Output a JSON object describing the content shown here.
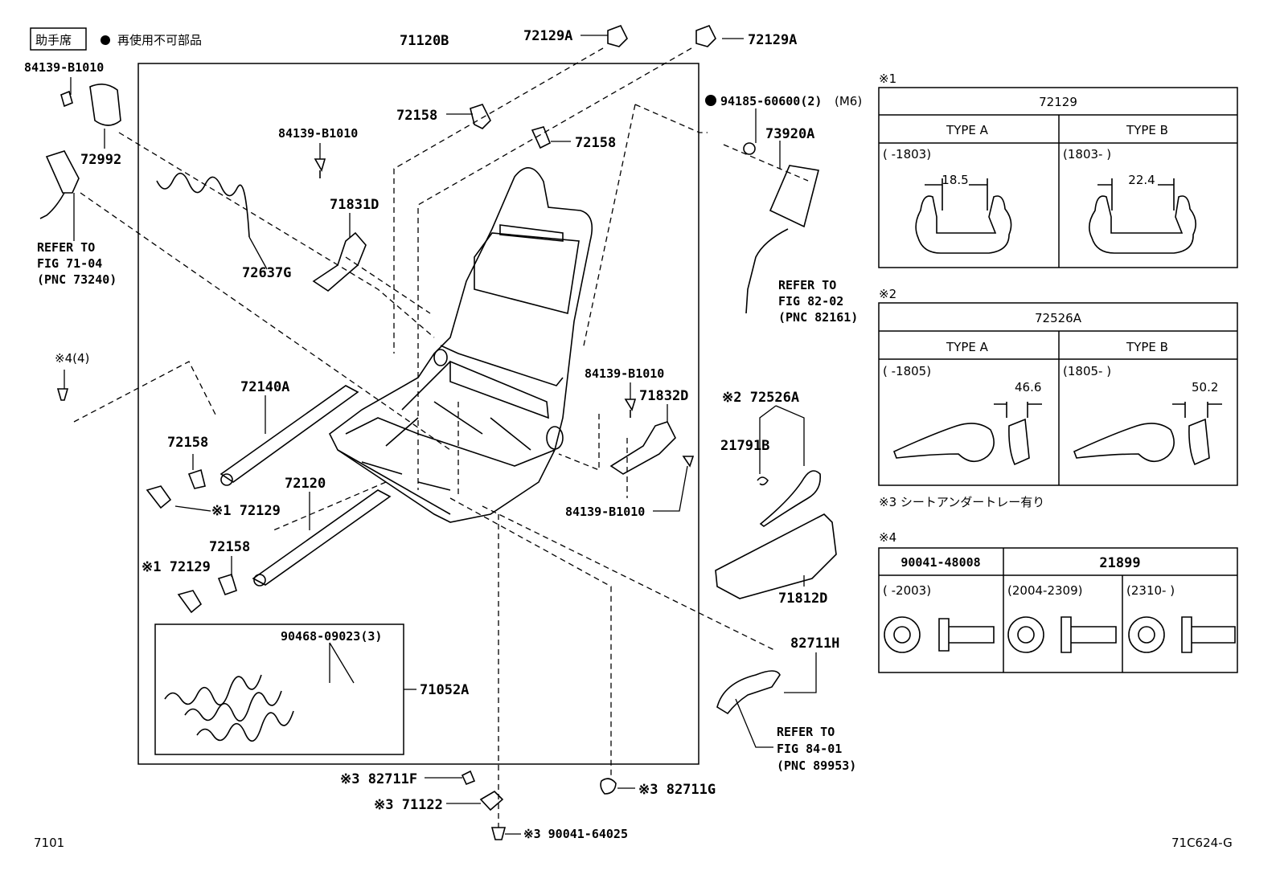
{
  "header": {
    "tag": "助手席",
    "dot_legend": "再使用不可部品"
  },
  "labels": {
    "l_71120B": "71120B",
    "l_72129A_1": "72129A",
    "l_72129A_2": "72129A",
    "l_84139_a": "84139-B1010",
    "l_72992": "72992",
    "l_72158_a": "72158",
    "l_72158_b": "72158",
    "l_84139_b": "84139-B1010",
    "l_71831D": "71831D",
    "l_72637G": "72637G",
    "l_refer1": [
      "REFER TO",
      "FIG 71-04",
      "(PNC 73240)"
    ],
    "l_94185": "94185-60600(2)",
    "l_m6": "(M6)",
    "l_73920A": "73920A",
    "l_refer2": [
      "REFER TO",
      "FIG 82-02",
      "(PNC 82161)"
    ],
    "l_n4": "※4(4)",
    "l_72140A": "72140A",
    "l_72158_c": "72158",
    "l_72129_c": "※1 72129",
    "l_72120": "72120",
    "l_72158_d": "72158",
    "l_72129_d": "※1 72129",
    "l_84139_c": "84139-B1010",
    "l_71832D": "71832D",
    "l_84139_d": "84139-B1010",
    "l_72526A": "※2 72526A",
    "l_21791B": "21791B",
    "l_71812D": "71812D",
    "l_90468": "90468-09023(3)",
    "l_71052A": "71052A",
    "l_82711H": "82711H",
    "l_refer3": [
      "REFER TO",
      "FIG 84-01",
      "(PNC 89953)"
    ],
    "l_82711F": "※3 82711F",
    "l_71122": "※3 71122",
    "l_82711G": "※3 82711G",
    "l_90041": "※3 90041-64025"
  },
  "footer": {
    "left": "7101",
    "right": "71C624-G"
  },
  "note1": {
    "mark": "※1",
    "title": "72129",
    "types": [
      {
        "name": "TYPE A",
        "range": "(     -1803)",
        "dim": "18.5"
      },
      {
        "name": "TYPE B",
        "range": "(1803-     )",
        "dim": "22.4"
      }
    ]
  },
  "note2": {
    "mark": "※2",
    "title": "72526A",
    "types": [
      {
        "name": "TYPE A",
        "range": "(     -1805)",
        "dim": "46.6"
      },
      {
        "name": "TYPE B",
        "range": "(1805-     )",
        "dim": "50.2"
      }
    ]
  },
  "note3": {
    "text": "※3 シートアンダートレー有り"
  },
  "note4": {
    "mark": "※4",
    "col1": "90041-48008",
    "col2": "21899",
    "ranges": [
      "(     -2003)",
      "(2004-2309)",
      "(2310-     )"
    ]
  }
}
